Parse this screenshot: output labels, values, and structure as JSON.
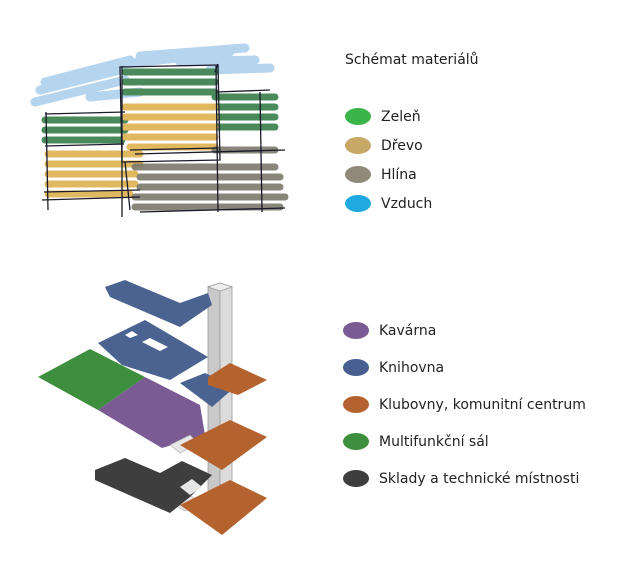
{
  "materials": {
    "title": "Schémat materiálů",
    "items": [
      {
        "label": "Zeleň",
        "color": "#3ab54a"
      },
      {
        "label": "Dřevo",
        "color": "#c8a866"
      },
      {
        "label": "Hlína",
        "color": "#8e8978"
      },
      {
        "label": "Vzduch",
        "color": "#1fa9e1"
      }
    ]
  },
  "functions": {
    "items": [
      {
        "label": "Kavárna",
        "color": "#7a5b93"
      },
      {
        "label": "Knihovna",
        "color": "#485f92"
      },
      {
        "label": "Klubovny, komunitní centrum",
        "color": "#b4622e"
      },
      {
        "label": "Multifunkční sál",
        "color": "#3d8f3d"
      },
      {
        "label": "Sklady a technické místnosti",
        "color": "#3e3e3e"
      }
    ]
  }
}
